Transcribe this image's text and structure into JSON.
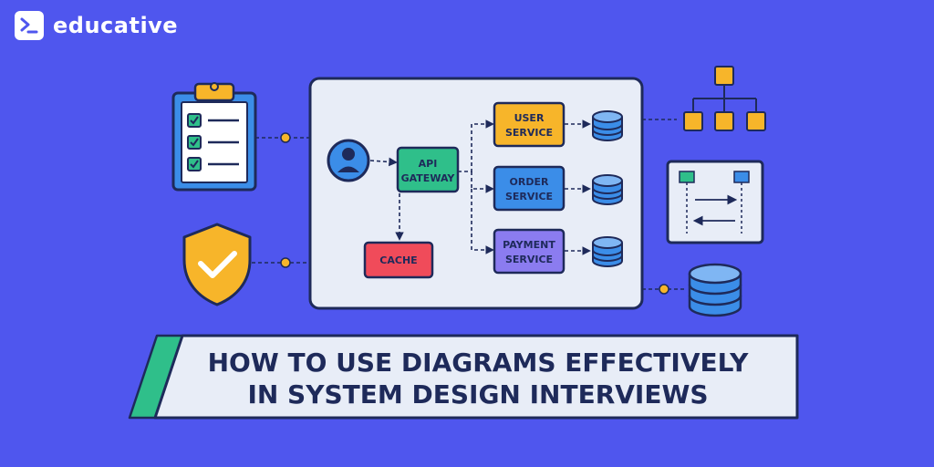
{
  "brand": {
    "name": "educative"
  },
  "diagram": {
    "nodes": {
      "api_gateway": {
        "lines": [
          "API",
          "GATEWAY"
        ]
      },
      "cache": {
        "lines": [
          "CACHE"
        ]
      },
      "user_service": {
        "lines": [
          "USER",
          "SERVICE"
        ]
      },
      "order_service": {
        "lines": [
          "ORDER",
          "SERVICE"
        ]
      },
      "payment_service": {
        "lines": [
          "PAYMENT",
          "SERVICE"
        ]
      }
    },
    "icons": [
      "clipboard-checklist-icon",
      "shield-check-icon",
      "user-icon",
      "database-icon",
      "hierarchy-icon",
      "sequence-diagram-icon"
    ]
  },
  "title": {
    "line1": "HOW TO USE DIAGRAMS EFFECTIVELY",
    "line2": "IN SYSTEM DESIGN INTERVIEWS"
  },
  "colors": {
    "background": "#4f56ee",
    "panel": "#e8edf7",
    "outline": "#1e2a5a",
    "api_gateway": "#2fbf8a",
    "cache": "#f04b5a",
    "user_service": "#f7b52a",
    "order_service": "#3b8de8",
    "payment_service": "#8b7cf0",
    "accent_yellow": "#f7b52a",
    "accent_teal": "#2fbf8a"
  }
}
